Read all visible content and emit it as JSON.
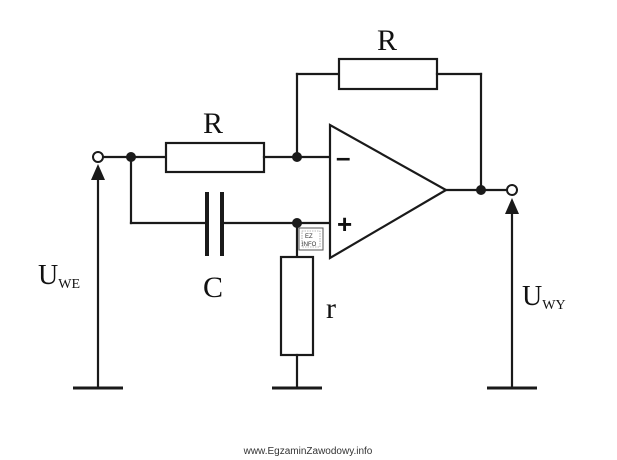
{
  "labels": {
    "feedback_resistor": "R",
    "input_resistor": "R",
    "capacitor": "C",
    "ground_resistor": "r",
    "input_voltage_main": "U",
    "input_voltage_sub": "WE",
    "output_voltage_main": "U",
    "output_voltage_sub": "WY",
    "inverting_sign": "–",
    "noninverting_sign": "+"
  },
  "badge": {
    "line1": "EZ",
    "line2": "INFO"
  },
  "watermark": "www.EgzaminZawodowy.info"
}
